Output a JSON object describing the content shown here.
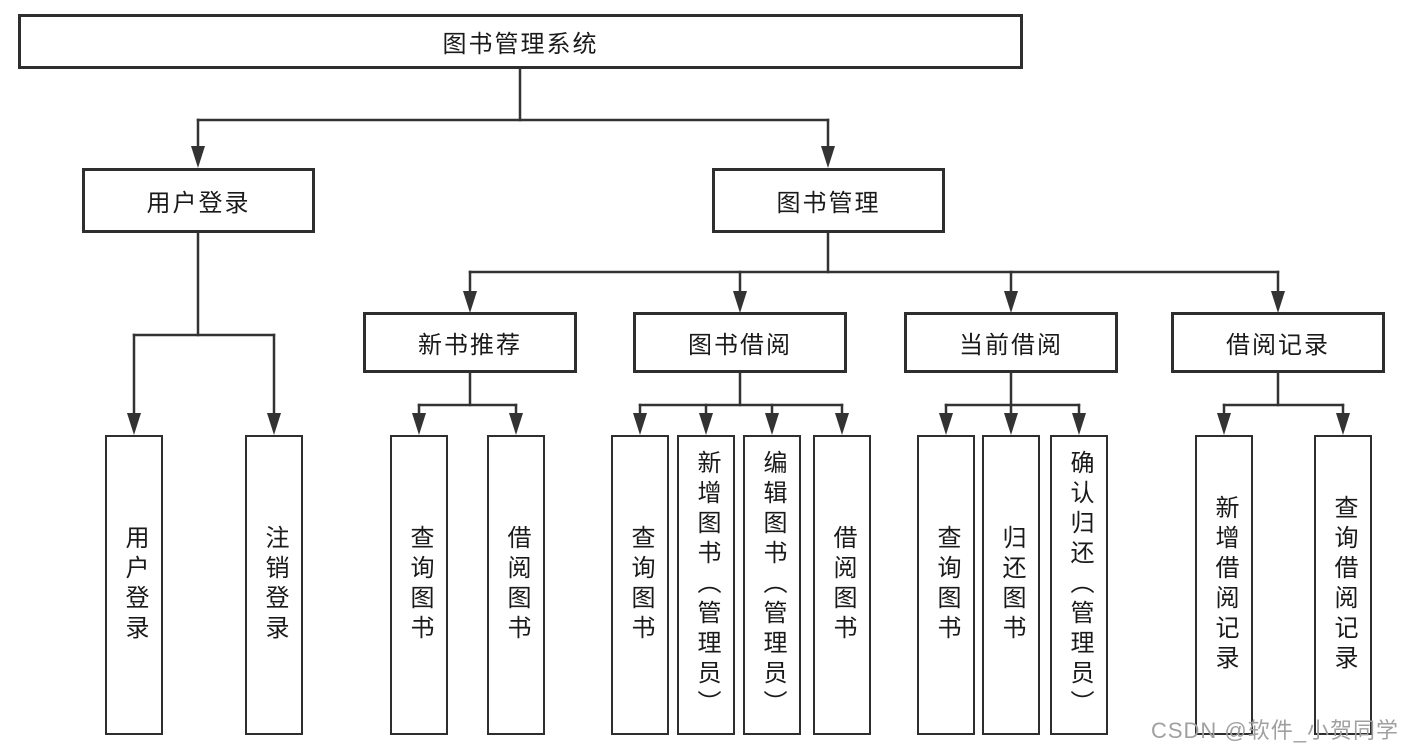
{
  "diagram": {
    "root": {
      "label": "图书管理系统"
    },
    "branches": [
      {
        "label": "用户登录",
        "children": [
          {
            "label": "用户登录"
          },
          {
            "label": "注销登录"
          }
        ]
      },
      {
        "label": "图书管理",
        "children": [
          {
            "label": "新书推荐",
            "children": [
              {
                "label": "查询图书"
              },
              {
                "label": "借阅图书"
              }
            ]
          },
          {
            "label": "图书借阅",
            "children": [
              {
                "label": "查询图书"
              },
              {
                "label": "新增图书（管理员）"
              },
              {
                "label": "编辑图书（管理员）"
              },
              {
                "label": "借阅图书"
              }
            ]
          },
          {
            "label": "当前借阅",
            "children": [
              {
                "label": "查询图书"
              },
              {
                "label": "归还图书"
              },
              {
                "label": "确认归还（管理员）"
              }
            ]
          },
          {
            "label": "借阅记录",
            "children": [
              {
                "label": "新增借阅记录"
              },
              {
                "label": "查询借阅记录"
              }
            ]
          }
        ]
      }
    ]
  },
  "watermark": {
    "text": "CSDN @软件_小贺同学",
    "color": "#a0a0a0"
  },
  "colors": {
    "line": "#333333",
    "box_border": "#2e2e2e",
    "text": "#1a1a1a",
    "background": "#ffffff"
  }
}
